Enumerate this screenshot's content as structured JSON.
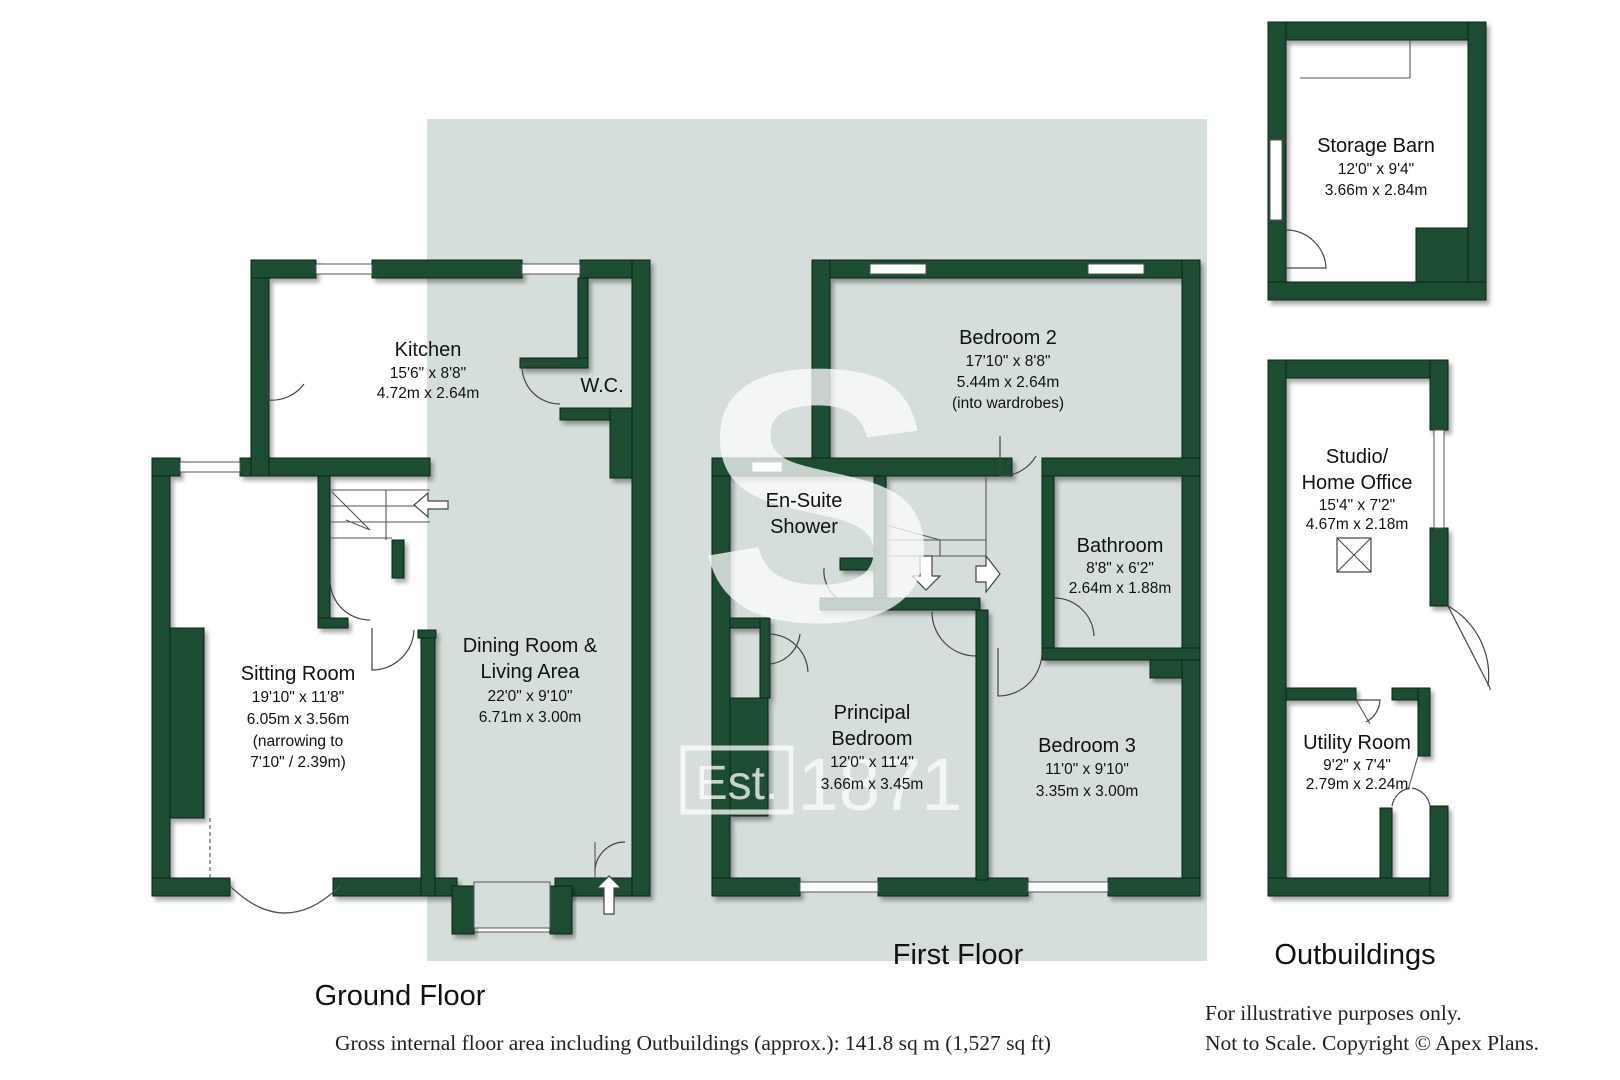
{
  "floors": {
    "ground": "Ground Floor",
    "first": "First Floor",
    "outbuildings": "Outbuildings"
  },
  "rooms": {
    "kitchen": {
      "name": "Kitchen",
      "imperial": "15'6\" x 8'8\"",
      "metric": "4.72m x 2.64m"
    },
    "wc": {
      "name": "W.C."
    },
    "sitting": {
      "name": "Sitting Room",
      "imperial": "19'10\" x 11'8\"",
      "metric": "6.05m x 3.56m",
      "note1": "(narrowing to",
      "note2": "7'10\" / 2.39m)"
    },
    "dining": {
      "name1": "Dining Room &",
      "name2": "Living Area",
      "imperial": "22'0\" x 9'10\"",
      "metric": "6.71m x 3.00m"
    },
    "bedroom2": {
      "name": "Bedroom 2",
      "imperial": "17'10\" x 8'8\"",
      "metric": "5.44m x 2.64m",
      "note": "(into wardrobes)"
    },
    "ensuite": {
      "name1": "En-Suite",
      "name2": "Shower"
    },
    "bathroom": {
      "name": "Bathroom",
      "imperial": "8'8\" x 6'2\"",
      "metric": "2.64m x 1.88m"
    },
    "principal": {
      "name1": "Principal",
      "name2": "Bedroom",
      "imperial": "12'0\" x 11'4\"",
      "metric": "3.66m x 3.45m"
    },
    "bedroom3": {
      "name": "Bedroom 3",
      "imperial": "11'0\" x 9'10\"",
      "metric": "3.35m x 3.00m"
    },
    "barn": {
      "name": "Storage Barn",
      "imperial": "12'0\" x 9'4\"",
      "metric": "3.66m x 2.84m"
    },
    "studio": {
      "name1": "Studio/",
      "name2": "Home Office",
      "imperial": "15'4\" x 7'2\"",
      "metric": "4.67m x 2.18m"
    },
    "utility": {
      "name": "Utility Room",
      "imperial": "9'2\" x 7'4\"",
      "metric": "2.79m x 2.24m"
    }
  },
  "watermark": {
    "letter": "S",
    "est": "Est.",
    "year": "1871"
  },
  "footer": {
    "area": "Gross internal floor area including Outbuildings (approx.): 141.8 sq m (1,527 sq ft)",
    "disclaimer1": "For illustrative purposes only.",
    "disclaimer2": "Not to Scale. Copyright © Apex Plans."
  },
  "colors": {
    "wall": "#1f4d30",
    "watermark_panel": "#d6dedb",
    "watermark_mark": "#ffffff"
  }
}
